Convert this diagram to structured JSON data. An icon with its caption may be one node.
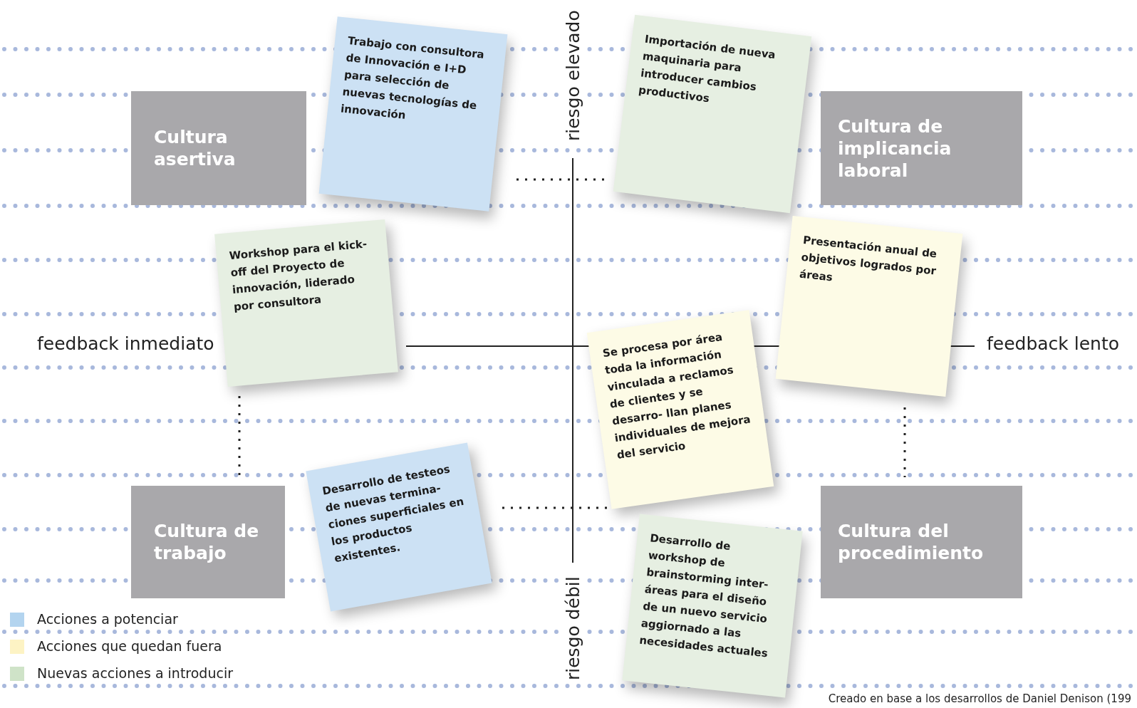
{
  "diagram": {
    "caption": "Creado en base a los desarrollos de Daniel Denison (199",
    "nodes": [
      {
        "text": [
          "Cultura asertiva"
        ]
      },
      {
        "text": [
          "Trabajo con consultora de Innovación e I+D para selección de nuevas tecnologías de innovación"
        ]
      },
      {
        "text": [
          "Importación de nueva maquinaria para introducer cambios productivos"
        ]
      },
      {
        "text": [
          "Cultura de implicancia laboral"
        ]
      },
      {
        "text": [
          "Workshop para el kick-off del Proyecto de innovación, liderado por consultora"
        ]
      },
      {
        "text": [
          "Presentación anual de objetivos logrados por áreas"
        ]
      },
      {
        "text": [
          "Se procesa por área toda la información vinculada a reclamos de clientes y se desarro- llan planes individuales de mejora del servicio"
        ]
      },
      {
        "text": [
          "Desarrollo de testeos de nuevas termina- ciones superficiales en los productos existentes."
        ]
      },
      {
        "text": [
          "Cultura de trabajo"
        ]
      },
      {
        "text": [
          "Desarrollo de workshop de brainstorming inter-áreas para el diseño de un nuevo servicio aggiornado a las necesidades actuales"
        ]
      },
      {
        "text": [
          "Cultura del procedimiento"
        ]
      }
    ],
    "labels": [
      "riesgo elevado",
      "feedback inmediato",
      "feedback lento",
      "riesgo débil"
    ],
    "legend": [
      {
        "text": "Acciones a potenciar",
        "color": "#b3d4ef"
      },
      {
        "text": "Acciones que quedan fuera",
        "color": "#fdf3c4"
      },
      {
        "text": "Nuevas acciones a introducir",
        "color": "#cfe3c8"
      }
    ]
  }
}
